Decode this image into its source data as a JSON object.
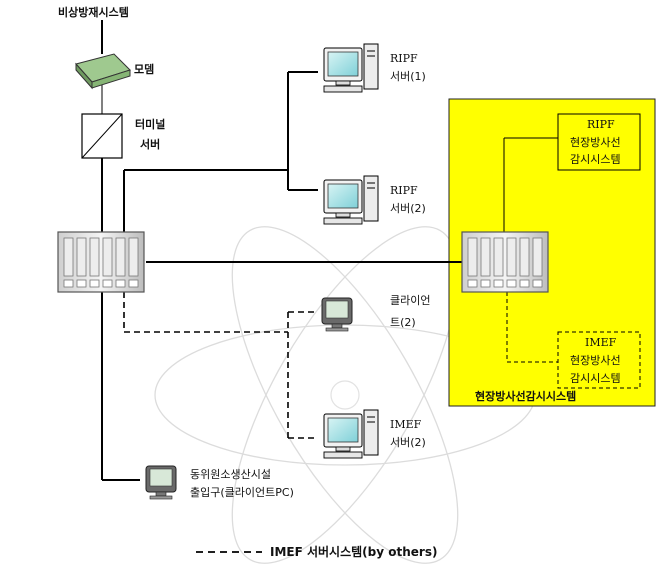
{
  "nodes": {
    "top_system": "비상방재시스템",
    "modem": "모뎀",
    "terminal_server": [
      "터미널",
      "서버"
    ],
    "ripf_server_1": [
      "RIPF",
      "서버(1)"
    ],
    "ripf_server_2": [
      "RIPF",
      "서버(2)"
    ],
    "client_2": [
      "클라이언",
      "트(2)"
    ],
    "imef_server_2": [
      "IMEF",
      "서버(2)"
    ],
    "isotope_client": [
      "동위원소생산시설",
      "출입구(클라이언트PC)"
    ],
    "ripf_onsite": [
      "RIPF",
      "현장방사선",
      "감시시스템"
    ],
    "imef_onsite": [
      "IMEF",
      "현장방사선",
      "감시시스템"
    ]
  },
  "yellow_region": {
    "label": "현장방사선감시시스템",
    "color": "#ffff00"
  },
  "legend": {
    "line_style": "dashed",
    "label": "IMEF 서버시스템(by others)"
  }
}
